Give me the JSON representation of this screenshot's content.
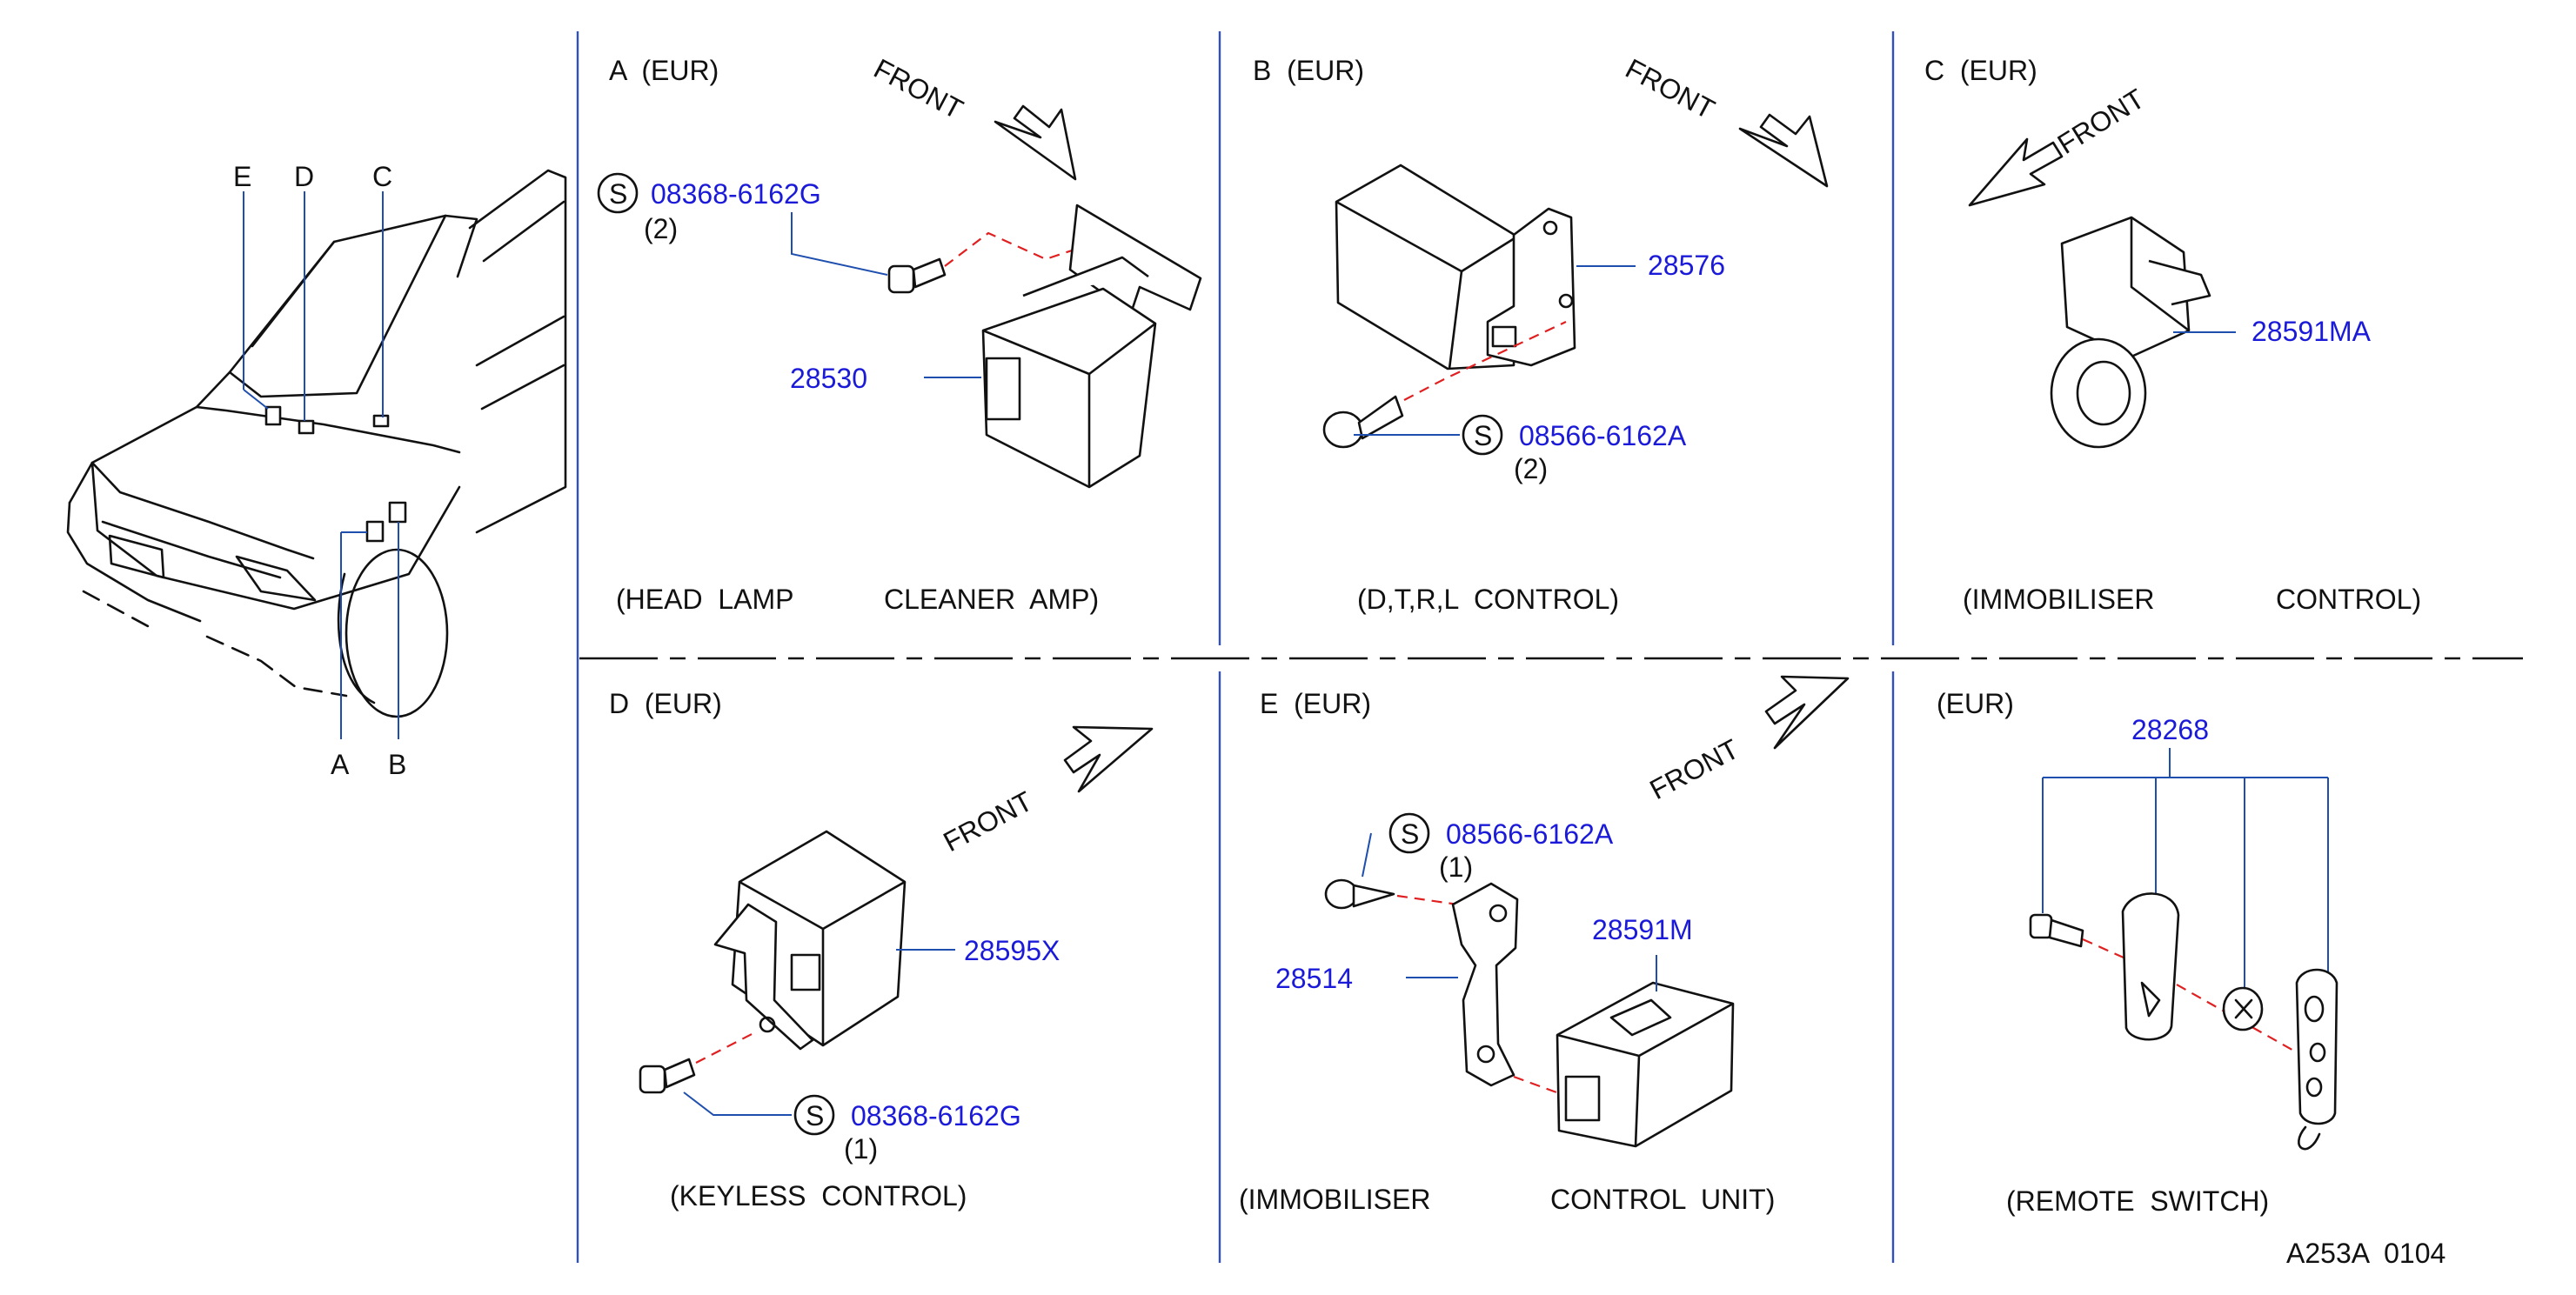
{
  "panels": {
    "A": {
      "header": "A  (EUR)",
      "front": "FRONT",
      "parts": [
        "08368-6162G",
        "28530"
      ],
      "qty": "(2)",
      "caption_1": "(HEAD  LAMP",
      "caption_2": "CLEANER  AMP)"
    },
    "B": {
      "header": "B  (EUR)",
      "front": "FRONT",
      "parts": [
        "28576",
        "08566-6162A"
      ],
      "qty": "(2)",
      "caption": "(D,T,R,L  CONTROL)"
    },
    "C": {
      "header": "C  (EUR)",
      "front": "FRONT",
      "parts": [
        "28591MA"
      ],
      "caption_1": "(IMMOBILISER",
      "caption_2": "CONTROL)"
    },
    "D": {
      "header": "D  (EUR)",
      "front": "FRONT",
      "parts": [
        "28595X",
        "08368-6162G"
      ],
      "qty": "(1)",
      "caption": "(KEYLESS  CONTROL)"
    },
    "E": {
      "header": "E  (EUR)",
      "front": "FRONT",
      "parts": [
        "08566-6162A",
        "28514",
        "28591M"
      ],
      "qty": "(1)",
      "caption_1": "(IMMOBILISER",
      "caption_2": "CONTROL  UNIT)"
    },
    "F": {
      "header": "(EUR)",
      "parts": [
        "28268"
      ],
      "caption": "(REMOTE  SWITCH)"
    }
  },
  "vehicle": {
    "letters": [
      "E",
      "D",
      "C",
      "A",
      "B"
    ]
  },
  "standard_mark": "S",
  "diagram_code": "A253A  0104",
  "colors": {
    "part_number": "#1a1ad8",
    "leader": "#1f4fae",
    "guide": "#e02020",
    "divider": "#3050c0"
  }
}
